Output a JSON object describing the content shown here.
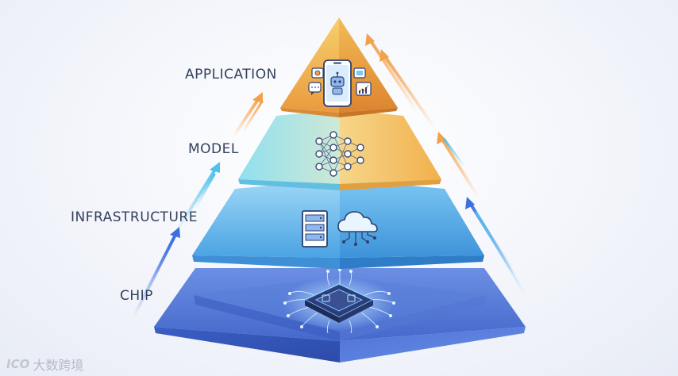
{
  "layers": [
    {
      "id": "application",
      "label": "APPLICATION",
      "icons": [
        "smartphone-icon",
        "robot-icon",
        "camera-icon",
        "chat-icon",
        "image-icon",
        "chart-icon"
      ]
    },
    {
      "id": "model",
      "label": "MODEL",
      "icons": [
        "neural-network-icon"
      ]
    },
    {
      "id": "infrastructure",
      "label": "INFRASTRUCTURE",
      "icons": [
        "server-rack-icon",
        "cloud-network-icon"
      ]
    },
    {
      "id": "chip",
      "label": "CHIP",
      "icons": [
        "processor-chip-icon"
      ]
    }
  ],
  "watermark": {
    "mark": "ICO",
    "text": "大数跨境"
  },
  "colors": {
    "application": "#f0a64a",
    "model": "#f3c060",
    "infrastructure": "#57b2ea",
    "chip": "#3e68cf",
    "label": "#33415c"
  }
}
